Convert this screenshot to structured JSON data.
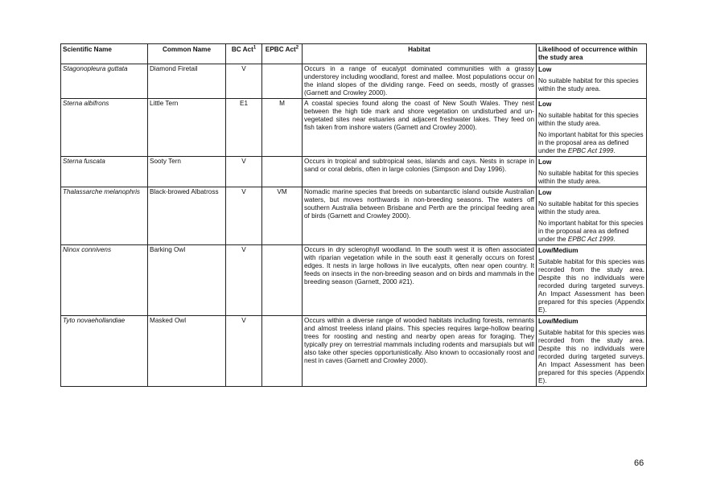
{
  "table": {
    "headers": {
      "scientific": "Scientific Name",
      "common": "Common Name",
      "bc": "BC Act",
      "bc_sup": "1",
      "epbc": "EPBC Act",
      "epbc_sup": "2",
      "habitat": "Habitat",
      "likelihood": "Likelihood of occurrence within the study area"
    },
    "rows": [
      {
        "scientific": "Stagonopleura guttata",
        "common": "Diamond Firetail",
        "bc": "V",
        "epbc": "",
        "habitat": "Occurs in a range of eucalypt dominated communities with a grassy understorey including woodland, forest and mallee. Most populations occur on the inland slopes of the dividing range. Feed on seeds, mostly of grasses (Garnett and Crowley 2000).",
        "level": "Low",
        "notes": [
          "No suitable habitat for this species within the study area."
        ]
      },
      {
        "scientific": "Sterna albifrons",
        "common": "Little Tern",
        "bc": "E1",
        "epbc": "M",
        "habitat": "A coastal species found along the coast of New South Wales. They nest between the high tide mark and shore vegetation on undisturbed and un-vegetated sites near estuaries and adjacent freshwater lakes. They feed on fish taken from inshore waters (Garnett and Crowley 2000).",
        "level": "Low",
        "notes": [
          "No suitable habitat for this species within the study area."
        ],
        "act_note_pre": "No important habitat for this species in the proposal area as defined under the ",
        "act_note_ref": "EPBC Act 1999",
        "act_note_post": "."
      },
      {
        "scientific": "Sterna fuscata",
        "common": "Sooty Tern",
        "bc": "V",
        "epbc": "",
        "habitat": "Occurs in tropical and subtropical seas, islands and cays. Nests in scrape in sand or coral debris, often in large colonies (Simpson and Day 1996).",
        "level": "Low",
        "notes": [
          "No suitable habitat for this species within the study area."
        ]
      },
      {
        "scientific": "Thalassarche melanophris",
        "common": "Black-browed Albatross",
        "bc": "V",
        "epbc": "VM",
        "habitat": "Nomadic marine species that breeds on subantarctic island outside Australian waters, but moves northwards in non-breeding seasons. The waters off southern Australia between Brisbane and Perth are the principal feeding area of birds (Garnett and Crowley 2000).",
        "level": "Low",
        "notes": [
          "No suitable habitat for this species within the study area."
        ],
        "act_note_pre": "No important habitat for this species in the proposal area as defined under the ",
        "act_note_ref": "EPBC Act 1999",
        "act_note_post": "."
      },
      {
        "scientific": "Ninox connivens",
        "common": "Barking Owl",
        "bc": "V",
        "epbc": "",
        "habitat": "Occurs in dry sclerophyll woodland. In the south west it is often associated with riparian vegetation while in the south east it generally occurs on forest edges. It nests in large hollows in live eucalypts, often near open country. It feeds on insects in the non-breeding season and on birds and mammals in the breeding season (Garnett, 2000 #21).",
        "level": "Low/Medium",
        "notes": [
          "Suitable habitat for this species was recorded from the study area. Despite this no individuals were recorded during targeted surveys. An Impact Assessment has been prepared for this species (Appendix E)."
        ]
      },
      {
        "scientific": "Tyto novaehollandiae",
        "common": "Masked Owl",
        "bc": "V",
        "epbc": "",
        "habitat": "Occurs within a diverse range of wooded habitats including forests, remnants and almost treeless inland plains. This species requires large-hollow bearing trees for roosting and nesting and nearby open areas for foraging. They typically prey on terrestrial mammals including rodents and marsupials but will also take other species opportunistically. Also known to occasionally roost and nest in caves (Garnett and Crowley 2000).",
        "level": "Low/Medium",
        "notes": [
          "Suitable habitat for this species was recorded from the study area. Despite this no individuals were recorded during targeted surveys. An Impact Assessment has been prepared for this species (Appendix E)."
        ]
      }
    ]
  },
  "page_number": "66"
}
